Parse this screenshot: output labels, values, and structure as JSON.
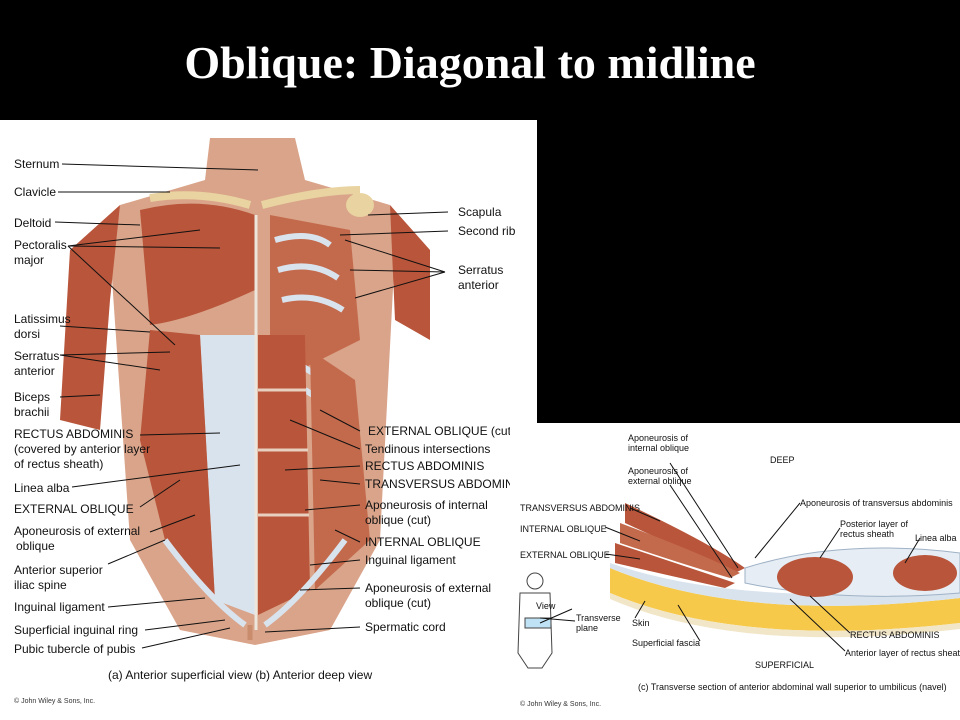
{
  "title": "Oblique:  Diagonal to midline",
  "panel_a": {
    "left_labels": [
      "Sternum",
      "Clavicle",
      "Deltoid",
      "Pectoralis",
      "major",
      "Latissimus",
      "dorsi",
      "Serratus",
      "anterior",
      "Biceps",
      "brachii",
      "RECTUS ABDOMINIS",
      "(covered by anterior layer",
      "of rectus sheath)",
      "Linea alba",
      "EXTERNAL OBLIQUE",
      "Aponeurosis of external",
      "oblique",
      "Anterior superior",
      "iliac spine",
      "Inguinal ligament",
      "Superficial inguinal ring",
      "Pubic tubercle of pubis"
    ],
    "right_labels": [
      "Scapula",
      "Second rib",
      "Serratus",
      "anterior",
      "EXTERNAL OBLIQUE (cut)",
      "Tendinous intersections",
      "RECTUS ABDOMINIS",
      "TRANSVERSUS ABDOMINIS",
      "Aponeurosis of internal",
      "oblique (cut)",
      "INTERNAL OBLIQUE",
      "Inguinal ligament",
      "Aponeurosis of external",
      "oblique (cut)",
      "Spermatic cord"
    ],
    "caption": "(a) Anterior superficial view   (b) Anterior deep view",
    "copyright": "© John Wiley & Sons, Inc."
  },
  "panel_c": {
    "labels": [
      "Aponeurosis of",
      "internal oblique",
      "Aponeurosis of",
      "external oblique",
      "DEEP",
      "TRANSVERSUS ABDOMINIS",
      "INTERNAL OBLIQUE",
      "EXTERNAL OBLIQUE",
      "Aponeurosis of transversus abdominis",
      "Posterior layer of",
      "rectus sheath",
      "Linea alba",
      "View",
      "Transverse",
      "plane",
      "Skin",
      "Superficial fascia",
      "RECTUS ABDOMINIS",
      "Anterior layer of rectus sheath",
      "SUPERFICIAL"
    ],
    "caption": "(c) Transverse section of anterior abdominal wall superior to umbilicus (navel)",
    "copyright": "© John Wiley & Sons, Inc."
  },
  "colors": {
    "muscle": "#b8553a",
    "muscle_light": "#d98a6c",
    "fascia": "#d9e3ee",
    "bone": "#e9d3a0",
    "skin": "#f2e6c8",
    "fat": "#f6c94a"
  }
}
